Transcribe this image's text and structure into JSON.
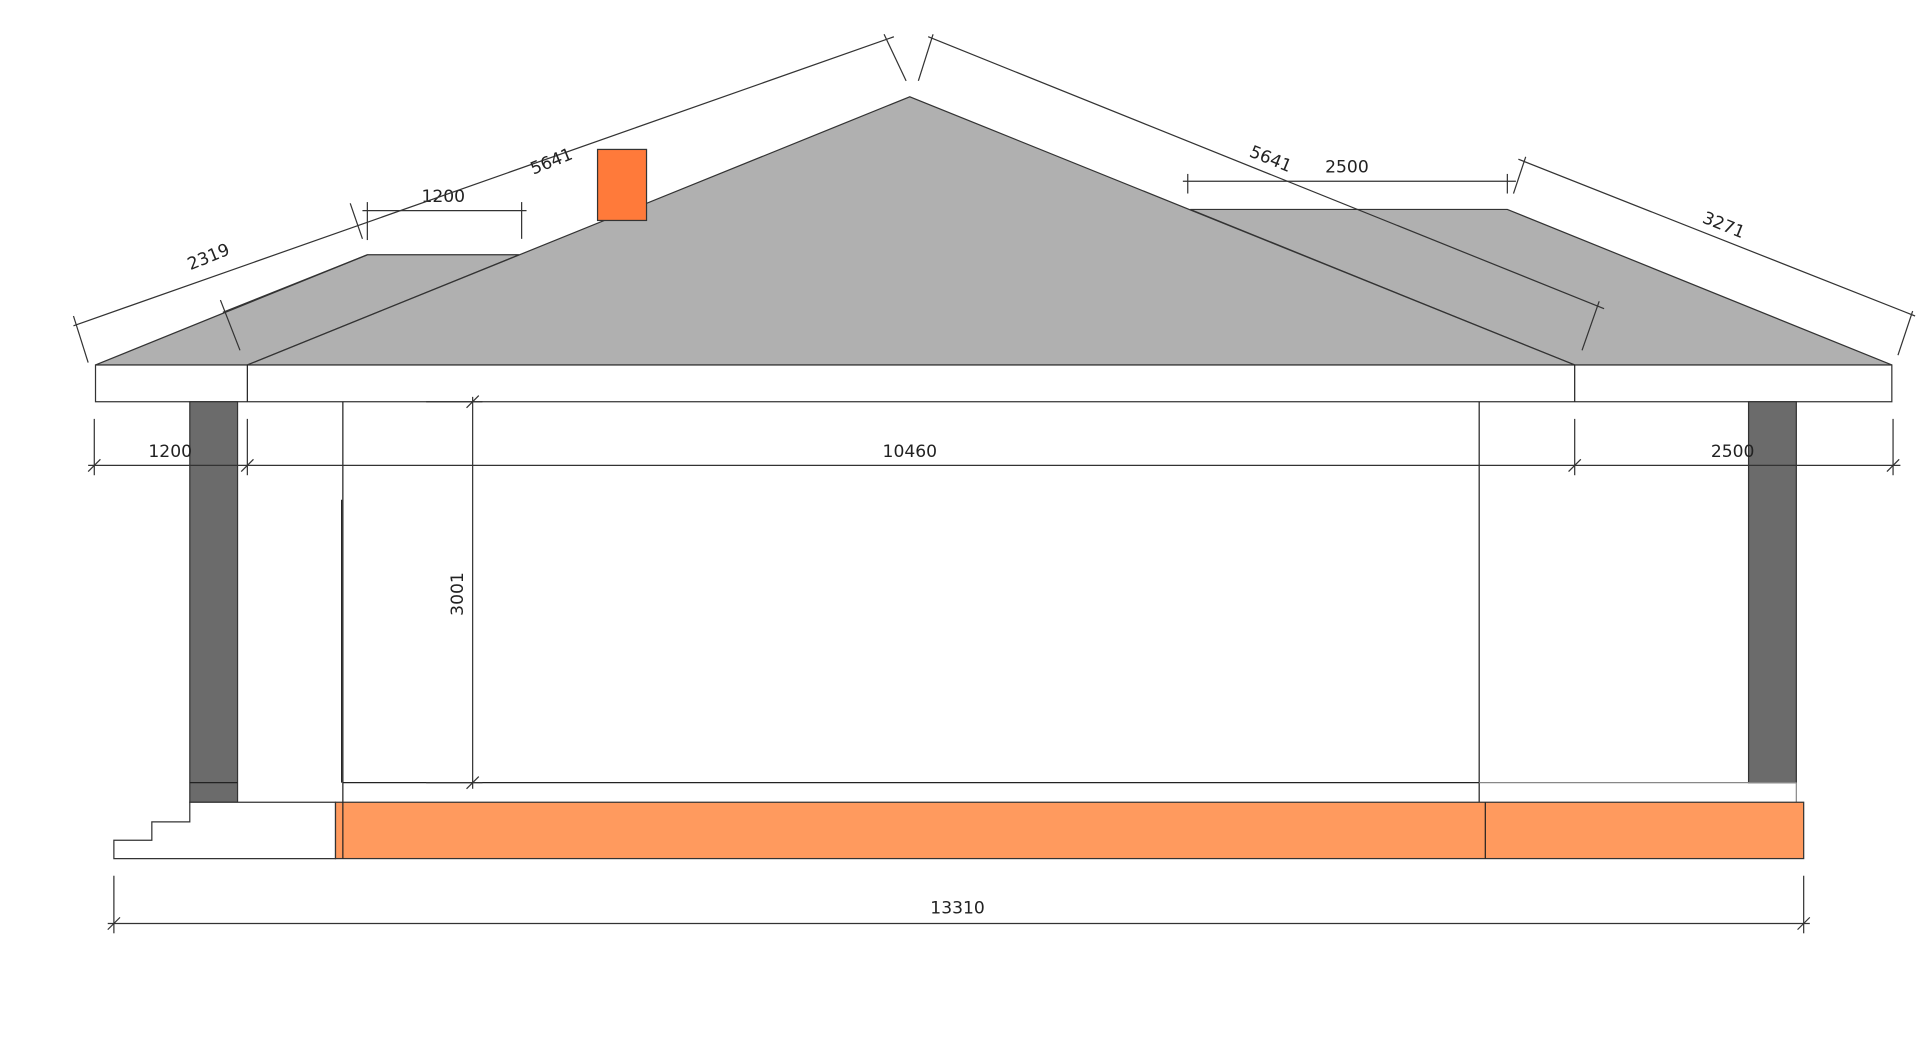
{
  "colors": {
    "roof": "#b0b0b0",
    "chimney": "#ff7a3a",
    "foundation": "#ff9a5e",
    "column": "#6b6b6b"
  },
  "dimensions": {
    "roof_left_slope": "5641",
    "roof_right_slope": "5641",
    "left_wing_slope": "2319",
    "right_wing_slope": "3271",
    "left_wing_ridge": "1200",
    "right_wing_ridge": "2500",
    "left_overhang": "1200",
    "main_width": "10460",
    "right_overhang": "2500",
    "wall_height": "3001",
    "total_width": "13310"
  }
}
